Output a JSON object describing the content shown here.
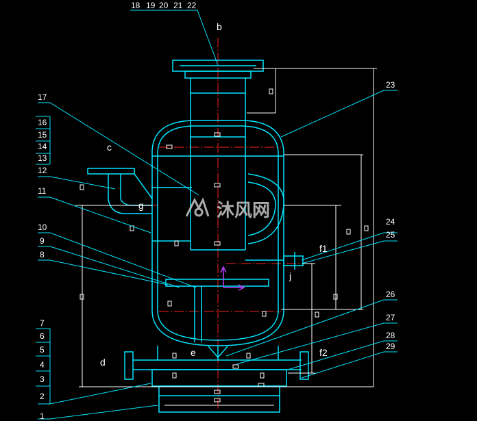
{
  "drawing": {
    "background": "#000000",
    "colors": {
      "outline": "#00e6ff",
      "center_line": "#ff2020",
      "dimension": "#ffffff",
      "leader": "#00e6ff",
      "arrow": "#c040ff"
    },
    "part_numbers": {
      "top": [
        "18",
        "19",
        "20",
        "21",
        "22"
      ],
      "left": [
        "17",
        "16",
        "15",
        "14",
        "13",
        "12",
        "11",
        "10",
        "9",
        "8",
        "7",
        "6",
        "5",
        "4",
        "3",
        "2",
        "1"
      ],
      "right": [
        "23",
        "24",
        "25",
        "26",
        "27",
        "28",
        "29"
      ]
    },
    "view_letters": {
      "b": "b",
      "c": "c",
      "d": "d",
      "f1": "f1",
      "f2": "f2",
      "g": "g",
      "j": "j",
      "e": "e"
    },
    "watermark": {
      "logo": "mufeng-logo-icon",
      "text": "沐风网"
    }
  }
}
